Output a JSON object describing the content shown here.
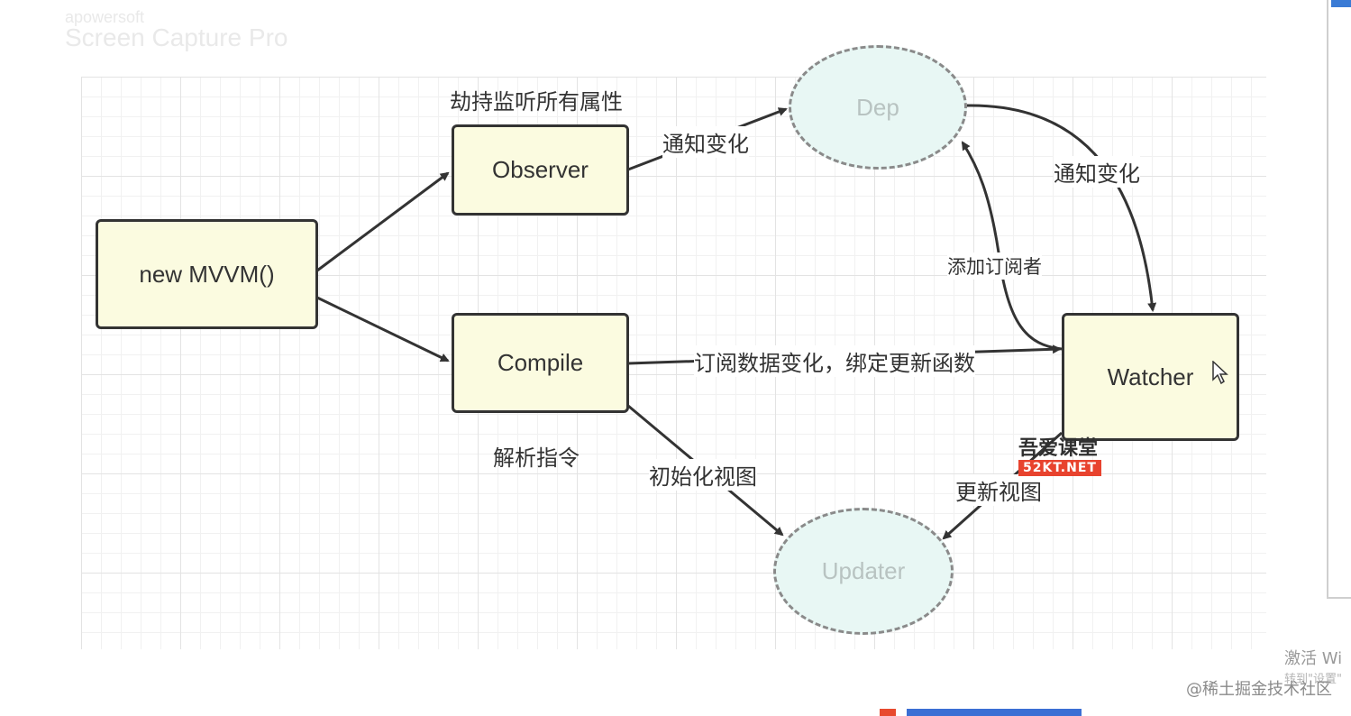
{
  "watermark": {
    "line1": "apowersoft",
    "line2": "Screen Capture Pro"
  },
  "nodes": {
    "mvvm": "new MVVM()",
    "observer": "Observer",
    "compile": "Compile",
    "watcher": "Watcher",
    "dep": "Dep",
    "updater": "Updater"
  },
  "labels": {
    "hijack": "劫持监听所有属性",
    "notify_dep": "通知变化",
    "notify_watcher": "通知变化",
    "add_subscriber": "添加订阅者",
    "subscribe": "订阅数据变化，绑定更新函数",
    "parse": "解析指令",
    "init_view": "初始化视图",
    "update_view": "更新视图"
  },
  "logo": {
    "text": "吾爱课堂",
    "url": "52KT.NET"
  },
  "activation": {
    "line1": "激活 Wi",
    "line2": "转到\"设置\""
  },
  "source": "@稀土掘金技术社区",
  "colors": {
    "box_fill": "#fbfbe0",
    "box_border": "#333333",
    "ellipse_fill": "#e8f7f4",
    "ellipse_border": "#8a8a8a",
    "arrow": "#333333"
  }
}
